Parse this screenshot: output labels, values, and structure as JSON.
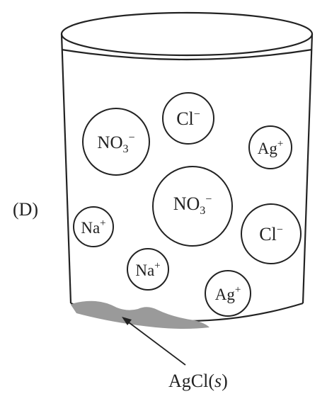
{
  "option_label": "(D)",
  "ions": [
    {
      "id": "no3-upper-left",
      "base": "NO",
      "sub": "3",
      "sup": "−"
    },
    {
      "id": "cl-top",
      "base": "Cl",
      "sub": "",
      "sup": "−"
    },
    {
      "id": "ag-upper-right",
      "base": "Ag",
      "sub": "",
      "sup": "+"
    },
    {
      "id": "no3-center",
      "base": "NO",
      "sub": "3",
      "sup": "−"
    },
    {
      "id": "na-left",
      "base": "Na",
      "sub": "",
      "sup": "+"
    },
    {
      "id": "cl-right",
      "base": "Cl",
      "sub": "",
      "sup": "−"
    },
    {
      "id": "na-lower",
      "base": "Na",
      "sub": "",
      "sup": "+"
    },
    {
      "id": "ag-bottom",
      "base": "Ag",
      "sub": "",
      "sup": "+"
    }
  ],
  "precipitate_label": {
    "base": "AgCl(",
    "italic": "s",
    "close": ")"
  },
  "colors": {
    "stroke": "#222222",
    "precipitate": "#9a9a9a"
  }
}
